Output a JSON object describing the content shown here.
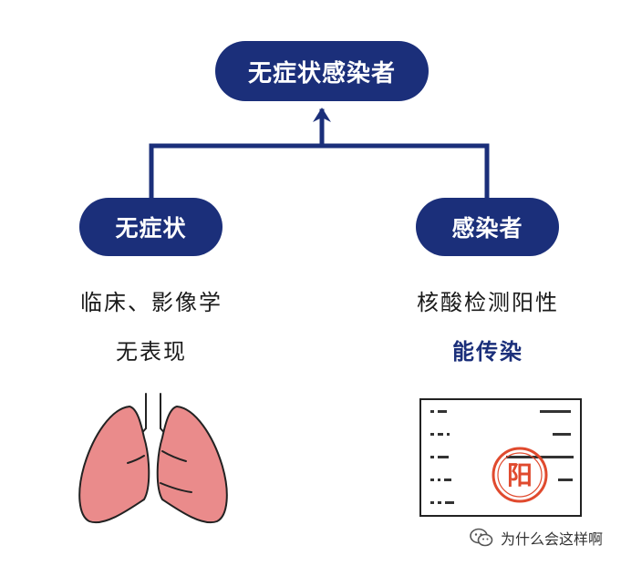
{
  "top_node": {
    "label": "无症状感染者"
  },
  "left_node": {
    "label": "无症状",
    "desc_line1": "临床、影像学",
    "desc_line2": "无表现"
  },
  "right_node": {
    "label": "感染者",
    "desc_line1": "核酸检测阳性",
    "desc_line2": "能传染"
  },
  "report_stamp": {
    "text": "阳"
  },
  "watermark": {
    "text": "为什么会这样啊",
    "icon": "wechat-icon"
  },
  "colors": {
    "primary": "#1b2f7a",
    "lung": "#ea8b8b",
    "stamp": "#e04a2e"
  }
}
